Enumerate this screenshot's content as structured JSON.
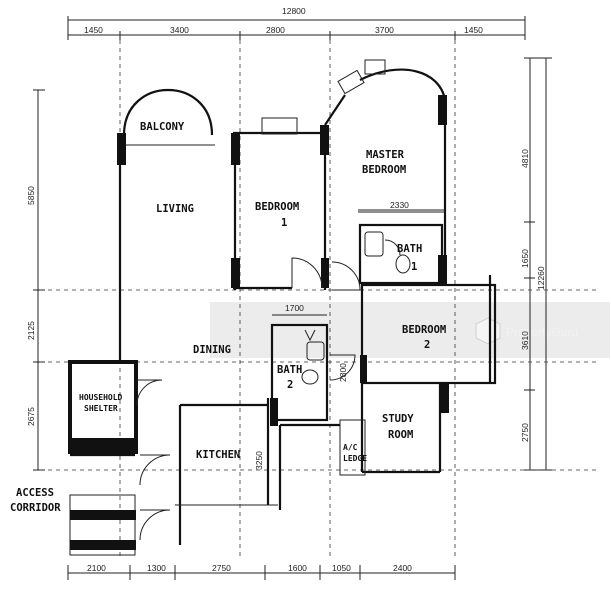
{
  "rooms": {
    "balcony": "BALCONY",
    "living": "LIVING",
    "bedroom1": [
      "BEDROOM",
      "1"
    ],
    "master": [
      "MASTER",
      "BEDROOM"
    ],
    "bath1": [
      "BATH",
      "1"
    ],
    "bedroom2": [
      "BEDROOM",
      "2"
    ],
    "dining": "DINING",
    "bath2": [
      "BATH",
      "2"
    ],
    "household": [
      "HOUSEHOLD",
      "SHELTER"
    ],
    "kitchen": "KITCHEN",
    "study": [
      "STUDY",
      "ROOM"
    ],
    "acledge": [
      "A/C",
      "LEDGE"
    ],
    "access": [
      "ACCESS",
      "CORRIDOR"
    ]
  },
  "dims": {
    "top_total": "12800",
    "top": [
      "1450",
      "3400",
      "2800",
      "3700",
      "1450"
    ],
    "bottom": [
      "2100",
      "1300",
      "2750",
      "1600",
      "1050",
      "2400"
    ],
    "left": [
      "5850",
      "2125",
      "2675"
    ],
    "right": [
      "4810",
      "1650",
      "3610",
      "2750"
    ],
    "right_total": "12260",
    "inner": {
      "bath1_width": "2330",
      "bath2_width": "1700",
      "kitchen_depth": "3250",
      "bath2_door": "2800"
    }
  },
  "watermark": "PropertyGuru"
}
